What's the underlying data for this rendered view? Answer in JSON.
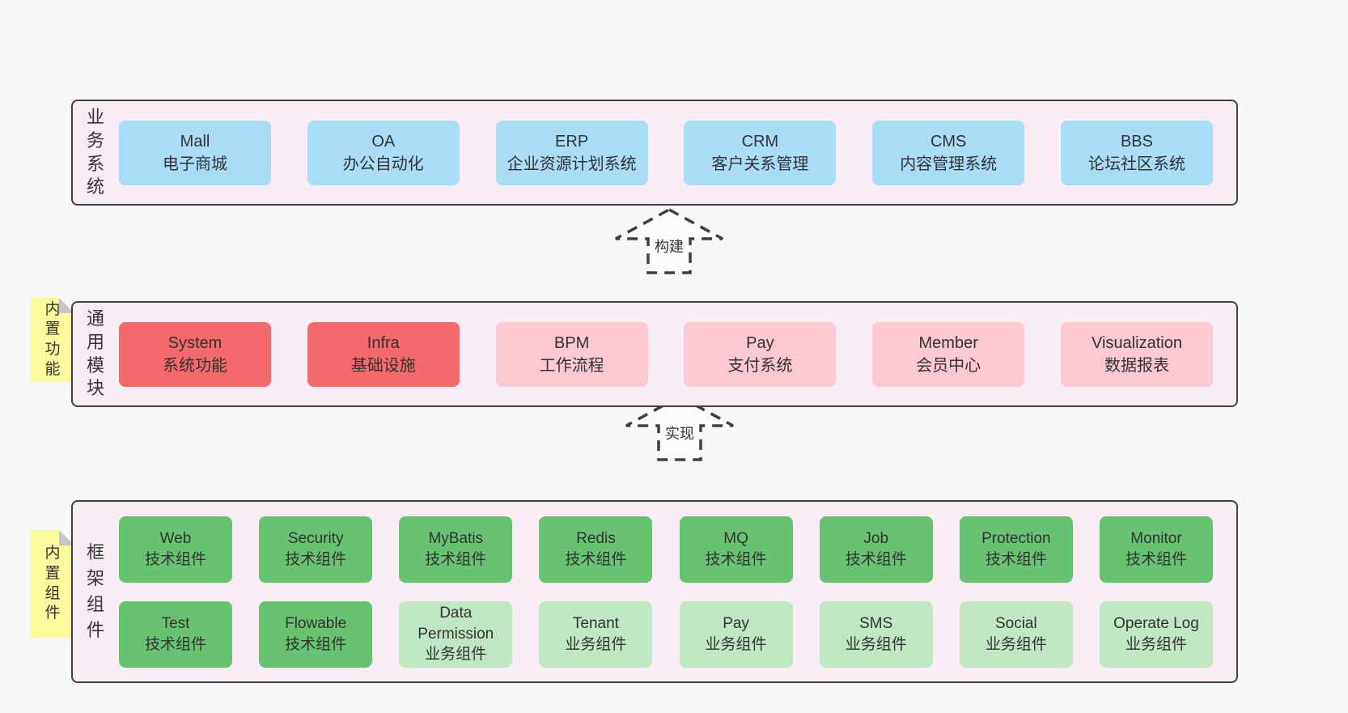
{
  "colors": {
    "page_bg": "#f8f8f8",
    "panel_bg": "#f8edf5",
    "panel_border": "#404040",
    "blue_box": "#a9dcf7",
    "red_box": "#f4696c",
    "pink_box": "#fcc8d2",
    "green_box": "#67c371",
    "light_green_box": "#c0e6c3",
    "note_yellow": "#fcfb9d",
    "note_fold": "#c6c6c6",
    "text": "#333333"
  },
  "panels": {
    "business": {
      "label": "业务系统",
      "boxes": [
        {
          "title": "Mall",
          "subtitle": "电子商城"
        },
        {
          "title": "OA",
          "subtitle": "办公自动化"
        },
        {
          "title": "ERP",
          "subtitle": "企业资源计划系统"
        },
        {
          "title": "CRM",
          "subtitle": "客户关系管理"
        },
        {
          "title": "CMS",
          "subtitle": "内容管理系统"
        },
        {
          "title": "BBS",
          "subtitle": "论坛社区系统"
        }
      ]
    },
    "modules": {
      "label": "通用模块",
      "note": "内置功能",
      "boxes": [
        {
          "title": "System",
          "subtitle": "系统功能",
          "variant": "red"
        },
        {
          "title": "Infra",
          "subtitle": "基础设施",
          "variant": "red"
        },
        {
          "title": "BPM",
          "subtitle": "工作流程",
          "variant": "pink"
        },
        {
          "title": "Pay",
          "subtitle": "支付系统",
          "variant": "pink"
        },
        {
          "title": "Member",
          "subtitle": "会员中心",
          "variant": "pink"
        },
        {
          "title": "Visualization",
          "subtitle": "数据报表",
          "variant": "pink"
        }
      ]
    },
    "framework": {
      "label": "框架组件",
      "note": "内置组件",
      "rows": [
        [
          {
            "title": "Web",
            "subtitle": "技术组件",
            "variant": "green"
          },
          {
            "title": "Security",
            "subtitle": "技术组件",
            "variant": "green"
          },
          {
            "title": "MyBatis",
            "subtitle": "技术组件",
            "variant": "green"
          },
          {
            "title": "Redis",
            "subtitle": "技术组件",
            "variant": "green"
          },
          {
            "title": "MQ",
            "subtitle": "技术组件",
            "variant": "green"
          },
          {
            "title": "Job",
            "subtitle": "技术组件",
            "variant": "green"
          },
          {
            "title": "Protection",
            "subtitle": "技术组件",
            "variant": "green"
          },
          {
            "title": "Monitor",
            "subtitle": "技术组件",
            "variant": "green"
          }
        ],
        [
          {
            "title": "Test",
            "subtitle": "技术组件",
            "variant": "green"
          },
          {
            "title": "Flowable",
            "subtitle": "技术组件",
            "variant": "green"
          },
          {
            "title": "Data Permission",
            "subtitle": "业务组件",
            "variant": "lightgreen"
          },
          {
            "title": "Tenant",
            "subtitle": "业务组件",
            "variant": "lightgreen"
          },
          {
            "title": "Pay",
            "subtitle": "业务组件",
            "variant": "lightgreen"
          },
          {
            "title": "SMS",
            "subtitle": "业务组件",
            "variant": "lightgreen"
          },
          {
            "title": "Social",
            "subtitle": "业务组件",
            "variant": "lightgreen"
          },
          {
            "title": "Operate Log",
            "subtitle": "业务组件",
            "variant": "lightgreen"
          }
        ]
      ]
    }
  },
  "arrows": [
    {
      "label": "构建"
    },
    {
      "label": "实现"
    }
  ]
}
